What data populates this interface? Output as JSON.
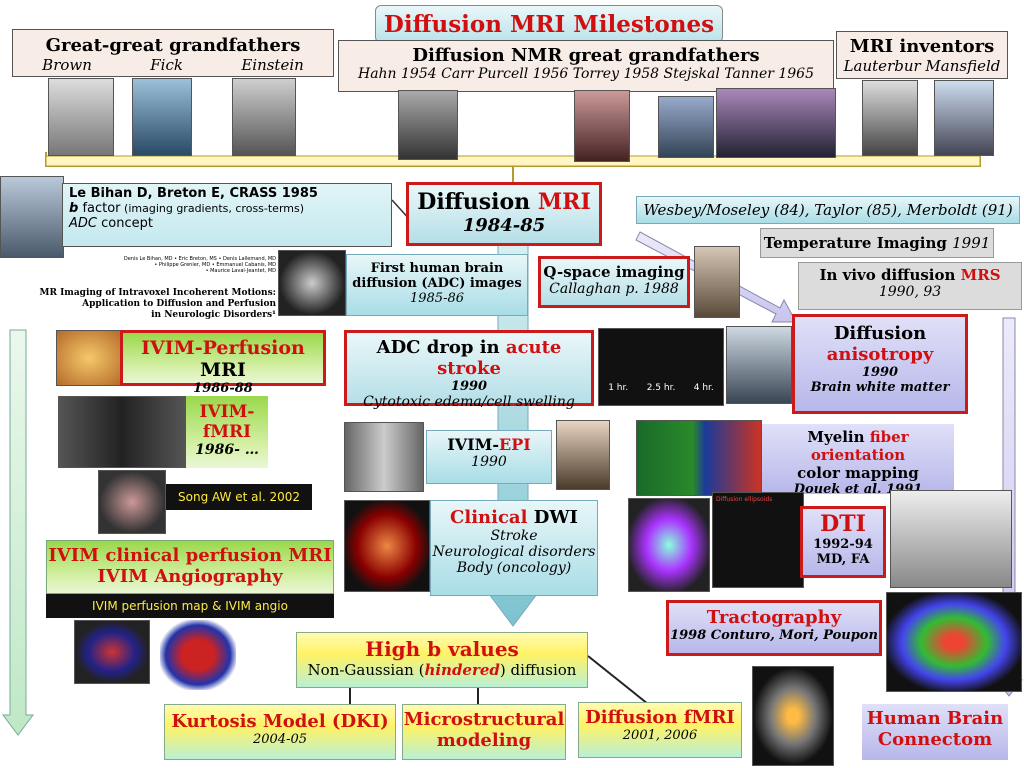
{
  "title": "Diffusion MRI Milestones",
  "ggf": {
    "title": "Great-great grandfathers",
    "names": [
      "Brown",
      "Fick",
      "Einstein"
    ]
  },
  "gf": {
    "title": "Diffusion NMR great grandfathers",
    "names": "Hahn 1954 Carr Purcell 1956 Torrey 1958 Stejskal Tanner 1965"
  },
  "inventors": {
    "title": "MRI inventors",
    "names": "Lauterbur Mansfield"
  },
  "lebihan": {
    "line1": "Le Bihan D, Breton E, CRASS 1985",
    "b": "b",
    "line2": " factor",
    "line2b": " (imaging gradients, cross-terms)",
    "line3": "ADC",
    "line3b": " concept"
  },
  "paper_authors": [
    "Denis Le Bihan, MD • Eric Breton, MS • Denis Lallemand, MD",
    "• Philippe Grenier, MD • Emmanuel Cabanis, MD",
    "• Maurice Laval-Jeantet, MD"
  ],
  "paper_title": [
    "MR Imaging of Intravoxel Incoherent Motions:",
    "Application to Diffusion and Perfusion",
    "in Neurologic Disorders¹"
  ],
  "dmri": {
    "a": "Diffusion ",
    "b": "MRI",
    "year": "1984-85"
  },
  "wesbey": "Wesbey/Moseley (84), Taylor (85), Merboldt (91)",
  "temperature": {
    "label": "Temperature Imaging ",
    "year": "1991"
  },
  "mrs": {
    "label": "In vivo diffusion ",
    "red": "MRS",
    "year": "1990, 93"
  },
  "first_human": {
    "l1": "First  human brain",
    "l2": "diffusion (ADC) images",
    "year": "1985-86"
  },
  "qspace": {
    "l1": "Q-space imaging",
    "l2": "Callaghan p. 1988"
  },
  "ivim_perf": {
    "red": "IVIM-Perfusion",
    "rest": " MRI",
    "year": "1986-88"
  },
  "adc_drop": {
    "a": "ADC drop in ",
    "red": "acute stroke",
    "year": "1990",
    "sub": "Cytotoxic edema/cell swelling"
  },
  "stroke_labels": [
    "1 hr.",
    "2.5 hr.",
    "4 hr."
  ],
  "aniso": {
    "l1": "Diffusion",
    "red": "anisotropy",
    "year": "1990",
    "sub": "Brain white matter"
  },
  "ivim_fmri": {
    "red": "IVIM-fMRI",
    "year": "1986- …"
  },
  "ivim_epi": {
    "a": "IVIM-",
    "red": "EPI",
    "year": "1990"
  },
  "myelin": {
    "a": "Myelin ",
    "red": "fiber orientation",
    "l2": "color mapping",
    "l3": "Douek et al. 1991"
  },
  "song": "Song AW et al. 2002",
  "clinical": {
    "red": "Clinical",
    "rest": " DWI",
    "lines": [
      "Stroke",
      "Neurological disorders",
      "Body (oncology)"
    ]
  },
  "dti": {
    "red": "DTI",
    "year": "1992-94",
    "sub": "MD, FA"
  },
  "dti_image_caption": "Diffusion ellipsoids",
  "ivim_clin": {
    "l1": "IVIM clinical perfusion MRI",
    "l2": "IVIM Angiography",
    "caption": "IVIM perfusion map & IVIM angio"
  },
  "tracto": {
    "red": "Tractography",
    "sub": "1998 Conturo, Mori, Poupon"
  },
  "highb": {
    "red": "High b values",
    "a": "Non-Gaussian (",
    "em": "hindered",
    "b": ") diffusion"
  },
  "dki": {
    "red": "Kurtosis Model (DKI)",
    "year": "2004-05"
  },
  "micro": {
    "l1": "Microstructural",
    "l2": "modeling"
  },
  "dfmri": {
    "red": "Diffusion fMRI",
    "year": "2001, 2006"
  },
  "connectom": {
    "l1": "Human Brain",
    "l2": "Connectom"
  }
}
